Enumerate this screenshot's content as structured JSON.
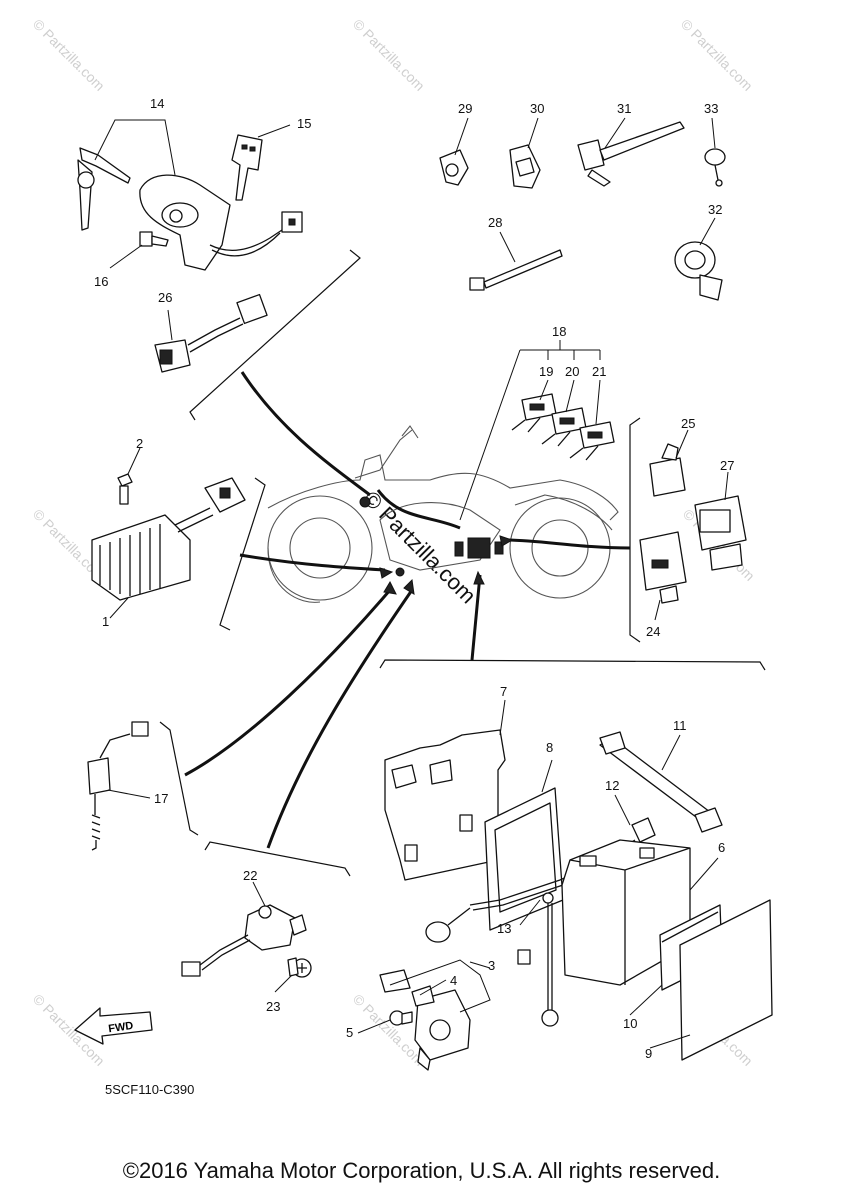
{
  "watermark": "© Partzilla.com",
  "drawing_code": "5SCF110-C390",
  "fwd_label": "FWD",
  "copyright": "©2016 Yamaha Motor Corporation, U.S.A. All rights reserved.",
  "callouts": {
    "c1": "1",
    "c2": "2",
    "c3": "3",
    "c4": "4",
    "c5": "5",
    "c6": "6",
    "c7": "7",
    "c8": "8",
    "c9": "9",
    "c10": "10",
    "c11": "11",
    "c12": "12",
    "c13": "13",
    "c14": "14",
    "c15": "15",
    "c16": "16",
    "c17": "17",
    "c18": "18",
    "c19": "19",
    "c20": "20",
    "c21": "21",
    "c22": "22",
    "c23": "23",
    "c24": "24",
    "c25": "25",
    "c26": "26",
    "c27": "27",
    "c28": "28",
    "c29": "29",
    "c30": "30",
    "c31": "31",
    "c32": "32",
    "c33": "33"
  }
}
